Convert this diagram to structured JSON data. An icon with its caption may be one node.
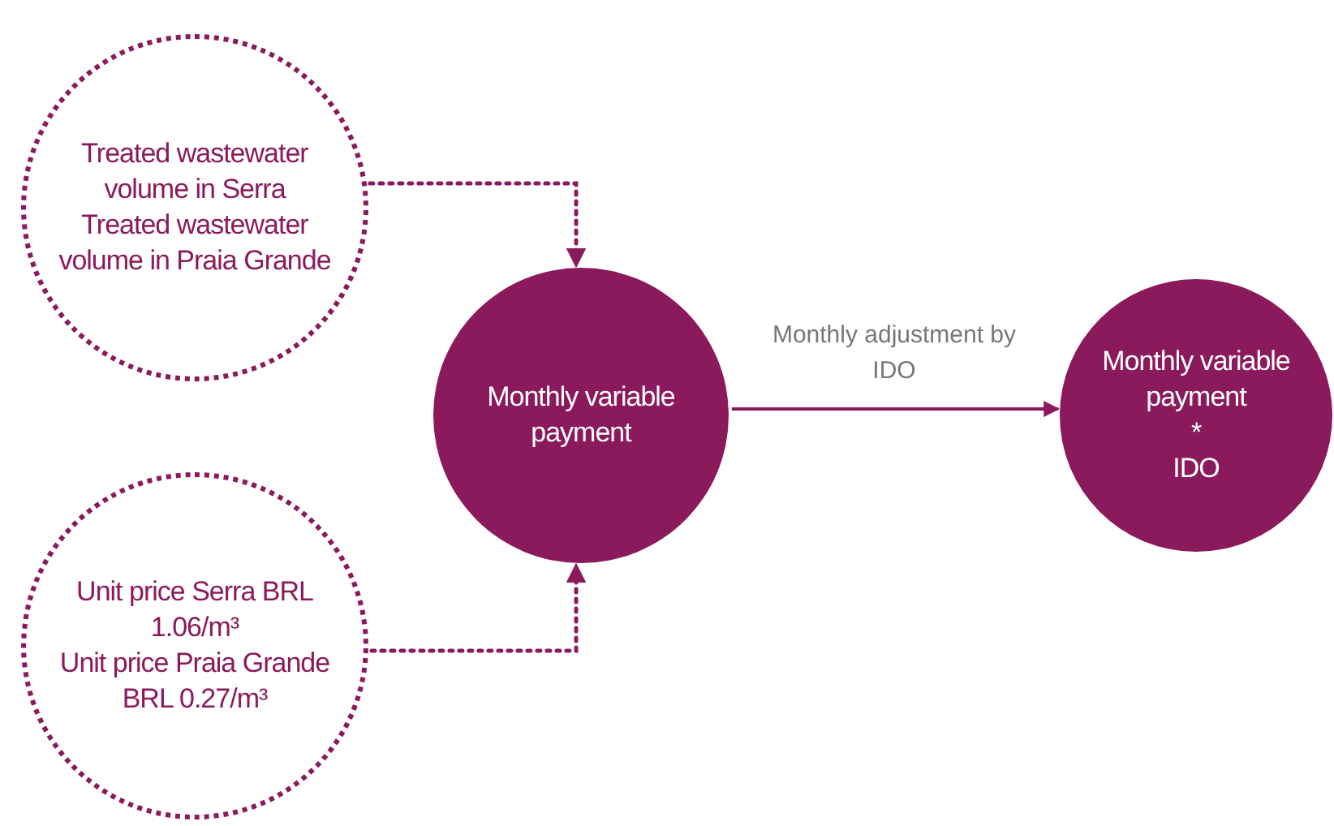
{
  "diagram": {
    "nodes": [
      {
        "text": [
          "Treated wastewater volume in Serra",
          "Treated wastewater volume in Praia Grande"
        ]
      },
      {
        "text": [
          "Unit price Serra BRL 1.06/m³",
          "Unit price Praia Grande BRL 0.27/m³"
        ]
      },
      {
        "text": [
          "Monthly variable payment"
        ]
      },
      {
        "text": [
          "Monthly variable payment",
          "*",
          "IDO"
        ]
      }
    ],
    "edges": [
      {
        "from": 0,
        "to": 2,
        "arrow": "to",
        "style": "dashed"
      },
      {
        "from": 1,
        "to": 2,
        "arrow": "to",
        "style": "dashed"
      },
      {
        "from": 2,
        "to": 3,
        "arrow": "to",
        "label": "Monthly adjustment by IDO"
      }
    ]
  }
}
